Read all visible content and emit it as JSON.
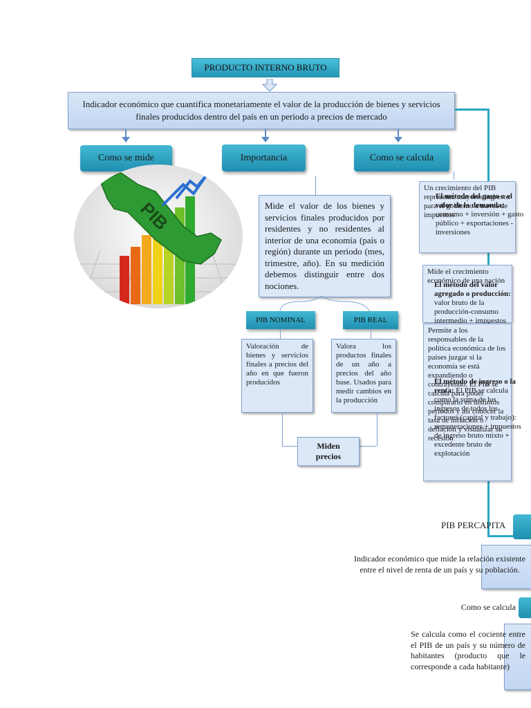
{
  "title": "PRODUCTO INTERNO BRUTO",
  "definition": "Indicador económico que cuantifica monetariamente el valor de la producción de bienes y servicios finales producidos dentro del país en un periodo a precios de mercado",
  "branches": {
    "measure": "Como se mide",
    "importance": "Importancia",
    "calculate": "Como se calcula"
  },
  "image_label": "PIB",
  "importance_text": "Mide el valor de los bienes y servicios finales producidos por residentes y no residentes al interior de una economía (país o región) durante un periodo (mes, trimestre, año). En su medición debemos distinguir entre dos nociones.",
  "pib_nominal": {
    "label": "PIB NOMINAL",
    "text": "Valoración de bienes y servicios finales a precios del año en que fueron producidos"
  },
  "pib_real": {
    "label": "PIB REAL",
    "text": "Valora los productos finales de un año a precios del año base. Usados para medir cambios en la producción"
  },
  "miden_precios": "Miden precios",
  "overlap_notes": {
    "note1_back": "Un crecimiento del PIB representa mayores ingresos para el gobierno a través de impuestos",
    "note1_front_title": "El método del gasto o el valor de la demanda:",
    "note1_front_text": "consumo + inversión + gasto público + exportaciones - inversiones",
    "note2_back": "Mide el crecimiento económico de una nación",
    "note2_front_title": "El método del valor agregado o producción:",
    "note2_front_text": "valor bruto de la producción-consumo intermedio + impuestos netos de los productos",
    "note3_back": "Permite a los responsables de la política económica de los países juzgar si la economía se está expandiendo o contrayendo. El PIB se calcula para poder compararlo en distintos periodos y así conocer la tasa de inflación o deflación y visualizar su recesión",
    "note3_front_title": "El método de ingreso o la renta:",
    "note3_front_text": "El PIB se calcula como la suma de los ingresos de todos los factores (capital y trabajo): remuneraciones + impuestos de ingreso bruto mixto + excedente bruto de explotación"
  },
  "per_capita": {
    "title": "PIB PERCAPITA",
    "definition": "Indicador económico que mide la relación existente entre el nivel de renta de un país y su población.",
    "calc_label": "Como se calcula",
    "calc_text": "Se calcula como el cociente entre el PIB de un país y su número de habitantes (producto que le corresponde a cada habitante)"
  },
  "colors": {
    "teal": "#2aa6c4",
    "box_fill": "#c9dbf3",
    "box_border": "#7f9fcf"
  },
  "icons": [
    "arrow-down-icon",
    "arrow-up-trend-icon",
    "map-mexico-icon",
    "bar-chart-icon"
  ]
}
